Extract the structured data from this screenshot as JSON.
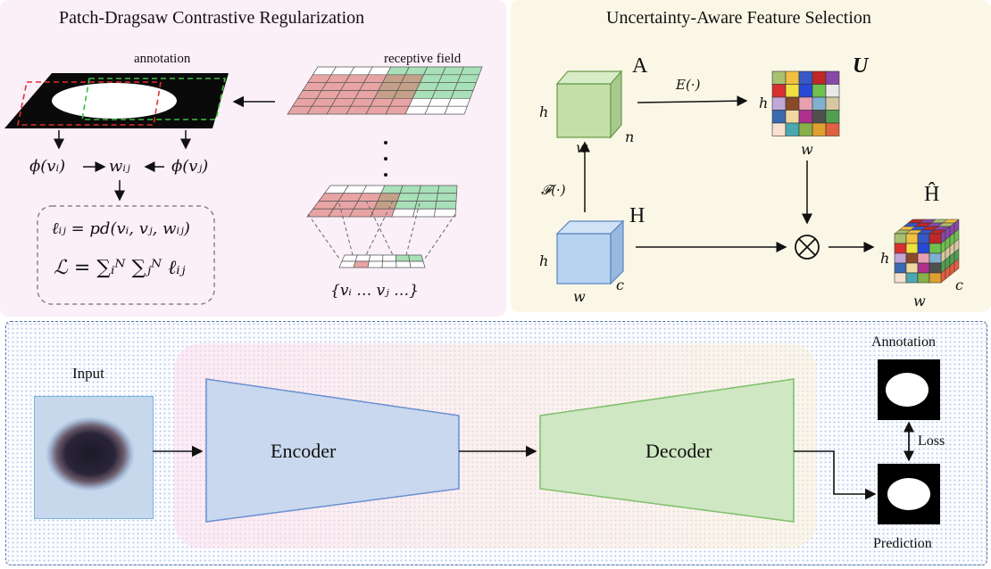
{
  "left_panel": {
    "title": "Patch-Dragsaw Contrastive Regularization",
    "annotation_label": "annotation",
    "receptive_label": "receptive field",
    "phi_i": "ϕ(vᵢ)",
    "w_ij": "wᵢⱼ",
    "phi_j": "ϕ(vⱼ)",
    "eq1": "ℓᵢⱼ = pd(vᵢ, vⱼ, wᵢⱼ)",
    "eq2": "ℒ = ∑ᵢᴺ ∑ⱼᴺ ℓᵢⱼ",
    "set_label": "{vᵢ … vⱼ …}"
  },
  "right_panel": {
    "title": "Uncertainty-Aware Feature Selection",
    "A": "A",
    "U": "U",
    "H": "H",
    "Hhat": "Ĥ",
    "E": "E(·)",
    "F": "𝓕(·)",
    "h": "h",
    "w": "w",
    "n": "n",
    "c": "c",
    "otimes": "⊗"
  },
  "pipeline": {
    "input_label": "Input",
    "encoder_label": "Encoder",
    "decoder_label": "Decoder",
    "annotation_label": "Annotation",
    "loss_label": "Loss",
    "prediction_label": "Prediction"
  },
  "colors": {
    "left_bg": "#fbeff8",
    "right_bg": "#fbf7e6",
    "encoder_fill": "#c9d8ee",
    "encoder_stroke": "#6a8fd0",
    "decoder_fill": "#cfe7c3",
    "decoder_stroke": "#7fbf6a",
    "cube_A": "#c4e0a8",
    "cube_H": "#b7d3f0",
    "grid_red": "#e8a4a4",
    "grid_green": "#a8e0b8"
  }
}
